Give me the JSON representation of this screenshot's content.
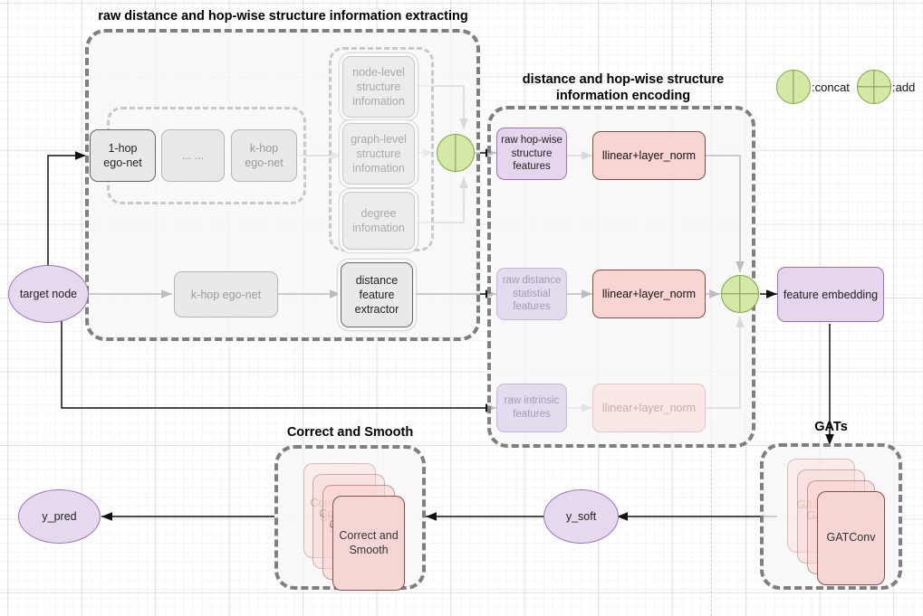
{
  "diagram": {
    "title_extract": "raw distance and hop-wise structure information extracting",
    "title_encode": "distance and hop-wise structure\ninformation encoding",
    "title_cands": "Correct and Smooth",
    "title_gats": "GATs"
  },
  "legend": {
    "concat": {
      "icon": "concat-circle-icon",
      "label": ":concat"
    },
    "add": {
      "icon": "add-circle-icon",
      "label": ":add"
    }
  },
  "nodes": {
    "target_node": "target node",
    "y_pred": "y_pred",
    "y_soft": "y_soft"
  },
  "extract": {
    "hop_boxes": [
      {
        "label": "1-hop\nego-net"
      },
      {
        "label": "... ..."
      },
      {
        "label": "k-hop\nego-net"
      }
    ],
    "structure_boxes": [
      {
        "label": "node-level\nstructure\ninfomation"
      },
      {
        "label": "graph-level\nstructure\ninfomation"
      },
      {
        "label": "degree\ninfomation"
      }
    ],
    "khop_ego_net": "k-hop ego-net",
    "distance_feature_extractor": "distance\nfeature\nextractor"
  },
  "encode": {
    "rows": [
      {
        "raw": "raw hop-wise\nstructure\nfeatures",
        "enc": "llinear+layer_norm"
      },
      {
        "raw": "raw distance\nstatistial\nfeatures",
        "enc": "llinear+layer_norm"
      },
      {
        "raw": "raw intrinsic\nfeatures",
        "enc": "llinear+layer_norm"
      }
    ],
    "feature_embedding": "feature embedding"
  },
  "stacks": {
    "cands_label": "Correct and\nSmooth",
    "gats_label": "GATConv",
    "count": 4
  },
  "colors": {
    "purple_fill": "#e5d6ee",
    "purple_stroke": "#9a73b8",
    "pink_fill": "#f8d4d2",
    "pink_stroke": "#8a4b47",
    "gray_fill": "#e9e9e9",
    "gray_stroke": "#666666",
    "op_fill": "#d5e8a5",
    "op_stroke": "#7ba83f",
    "group_dash": "#7f7f7f"
  }
}
